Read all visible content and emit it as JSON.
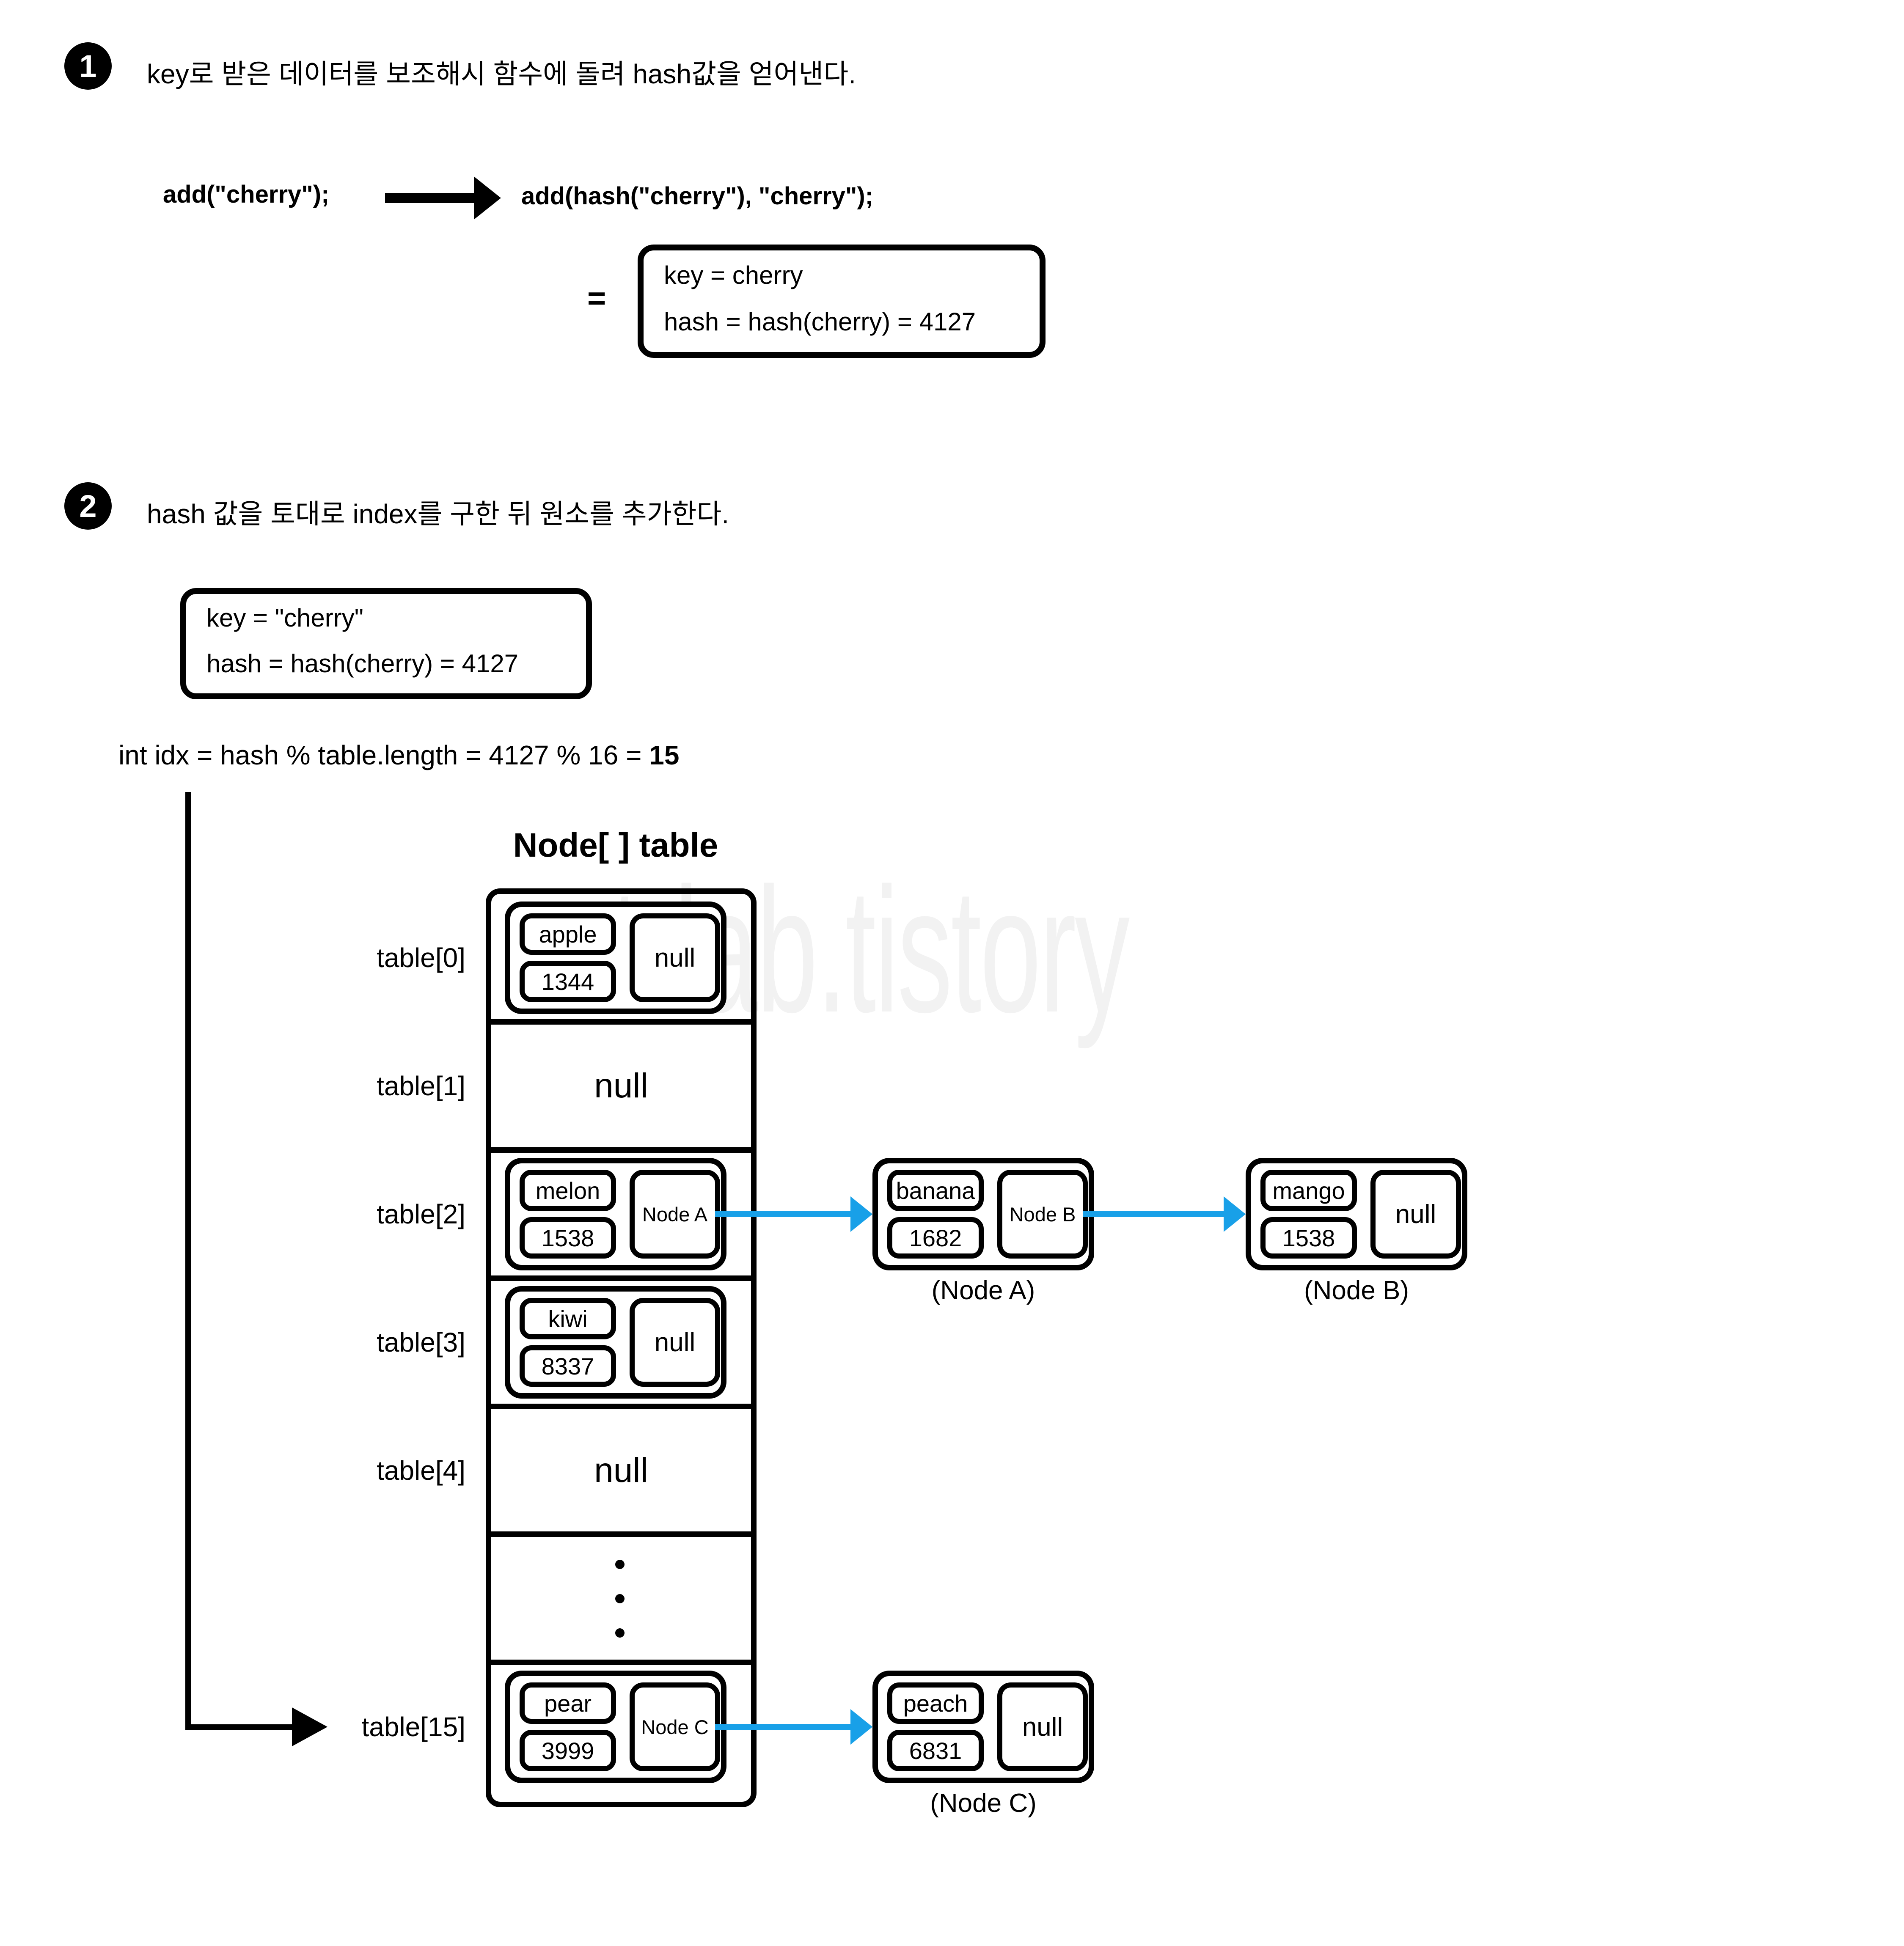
{
  "colors": {
    "ink": "#000000",
    "pointer_arrow_blue": "#18a0e8",
    "watermark_gray": "#f2f2f2"
  },
  "watermark": "st-lab.tistory",
  "step1": {
    "badge": "1",
    "title": "key로 받은 데이터를 보조해시 함수에 돌려 hash값을 얻어낸다.",
    "call": "add(\"cherry\");",
    "expanded": "add(hash(\"cherry\"), \"cherry\");",
    "equals": "=",
    "box": {
      "line1": "key = cherry",
      "line2": "hash = hash(cherry) = 4127"
    }
  },
  "step2": {
    "badge": "2",
    "title": "hash 값을 토대로 index를 구한 뒤 원소를 추가한다.",
    "box": {
      "line1": "key = \"cherry\"",
      "line2": "hash = hash(cherry) = 4127"
    },
    "formula_prefix": "int idx = hash % table.length = 4127 % 16 = ",
    "formula_result": "15"
  },
  "table": {
    "title": "Node[ ] table",
    "rows": [
      {
        "label": "table[0]",
        "type": "node",
        "key": "apple",
        "hash": "1344",
        "next": "null"
      },
      {
        "label": "table[1]",
        "type": "null",
        "value": "null"
      },
      {
        "label": "table[2]",
        "type": "node",
        "key": "melon",
        "hash": "1538",
        "next": "Node A"
      },
      {
        "label": "table[3]",
        "type": "node",
        "key": "kiwi",
        "hash": "8337",
        "next": "null"
      },
      {
        "label": "table[4]",
        "type": "null",
        "value": "null"
      },
      {
        "label": "",
        "type": "dots"
      },
      {
        "label": "table[15]",
        "type": "node",
        "key": "pear",
        "hash": "3999",
        "next": "Node C"
      }
    ]
  },
  "external_nodes": [
    {
      "caption": "(Node A)",
      "key": "banana",
      "hash": "1682",
      "next": "Node B"
    },
    {
      "caption": "(Node B)",
      "key": "mango",
      "hash": "1538",
      "next": "null"
    },
    {
      "caption": "(Node C)",
      "key": "peach",
      "hash": "6831",
      "next": "null"
    }
  ]
}
